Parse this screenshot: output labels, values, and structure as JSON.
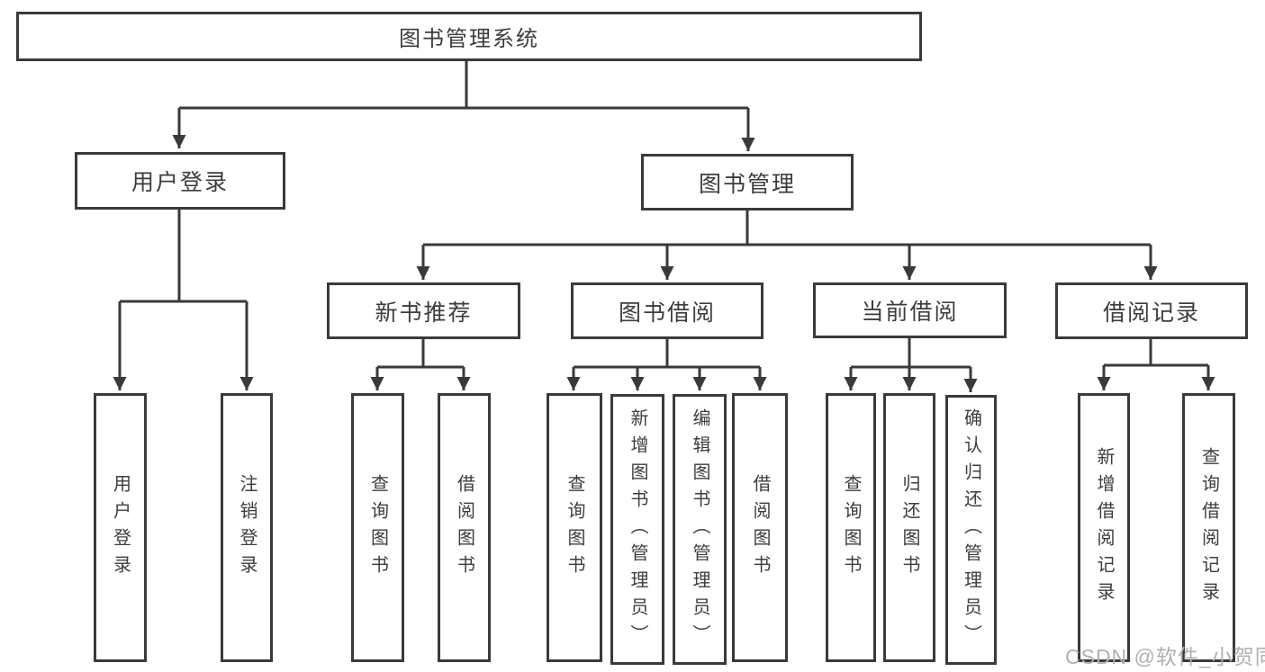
{
  "diagram": {
    "title": "图书管理系统",
    "watermark": "CSDN @软件_小贺同学",
    "colors": {
      "line": "#3a3a3a",
      "text": "#3d3d3d",
      "watermark": "#b0b0b0",
      "background": "#ffffff"
    },
    "tree": {
      "label": "图书管理系统",
      "children": [
        {
          "label": "用户登录",
          "children": [
            {
              "label": "用户登录"
            },
            {
              "label": "注销登录"
            }
          ]
        },
        {
          "label": "图书管理",
          "children": [
            {
              "label": "新书推荐",
              "children": [
                {
                  "label": "查询图书"
                },
                {
                  "label": "借阅图书"
                }
              ]
            },
            {
              "label": "图书借阅",
              "children": [
                {
                  "label": "查询图书"
                },
                {
                  "label": "新增图书（管理员）"
                },
                {
                  "label": "编辑图书（管理员）"
                },
                {
                  "label": "借阅图书"
                }
              ]
            },
            {
              "label": "当前借阅",
              "children": [
                {
                  "label": "查询图书"
                },
                {
                  "label": "归还图书"
                },
                {
                  "label": "确认归还（管理员）"
                }
              ]
            },
            {
              "label": "借阅记录",
              "children": [
                {
                  "label": "新增借阅记录"
                },
                {
                  "label": "查询借阅记录"
                }
              ]
            }
          ]
        }
      ]
    }
  }
}
